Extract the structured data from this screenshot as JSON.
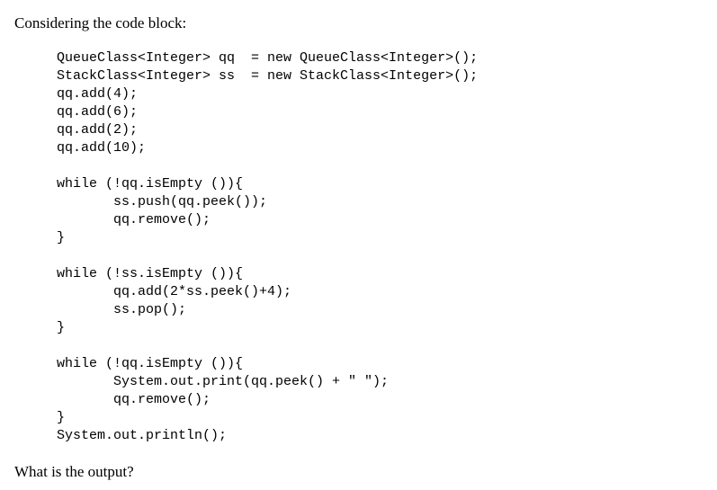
{
  "intro_text": "Considering the code block:",
  "code_lines": [
    "QueueClass<Integer> qq  = new QueueClass<Integer>();",
    "StackClass<Integer> ss  = new StackClass<Integer>();",
    "qq.add(4);",
    "qq.add(6);",
    "qq.add(2);",
    "qq.add(10);",
    "",
    "while (!qq.isEmpty ()){",
    "       ss.push(qq.peek());",
    "       qq.remove();",
    "}",
    "",
    "while (!ss.isEmpty ()){",
    "       qq.add(2*ss.peek()+4);",
    "       ss.pop();",
    "}",
    "",
    "while (!qq.isEmpty ()){",
    "       System.out.print(qq.peek() + \" \");",
    "       qq.remove();",
    "}",
    "System.out.println();"
  ],
  "question_text": "What is the output?"
}
